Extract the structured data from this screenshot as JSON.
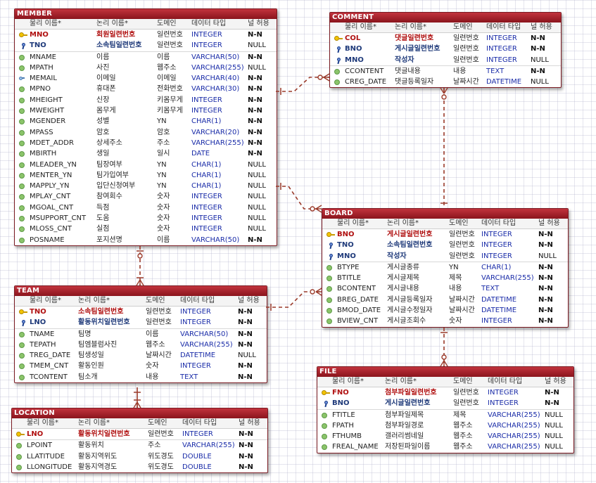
{
  "header": {
    "physical": "물리 이름*",
    "logical": "논리 이름*",
    "domain": "도메인",
    "datatype": "데이터 타입",
    "nullable": "널 허용"
  },
  "entities": {
    "member": {
      "title": "MEMBER",
      "rows": [
        {
          "icon": "key",
          "kind": "pk",
          "name": "MNO",
          "logical": "회원일련번호",
          "domain": "일련번호",
          "type": "INTEGER",
          "null": "N-N"
        },
        {
          "icon": "fk",
          "kind": "fk",
          "name": "TNO",
          "logical": "소속팀일련번호",
          "domain": "일련번호",
          "type": "INTEGER",
          "null": "NULL"
        },
        {
          "icon": "dot",
          "kind": "attr",
          "name": "MNAME",
          "logical": "이름",
          "domain": "이름",
          "type": "VARCHAR(50)",
          "null": "N-N"
        },
        {
          "icon": "dot",
          "kind": "attr",
          "name": "MPATH",
          "logical": "사진",
          "domain": "웹주소",
          "type": "VARCHAR(255)",
          "null": "NULL"
        },
        {
          "icon": "idx",
          "kind": "attr",
          "name": "MEMAIL",
          "logical": "이메일",
          "domain": "이메일",
          "type": "VARCHAR(40)",
          "null": "N-N"
        },
        {
          "icon": "dot",
          "kind": "attr",
          "name": "MPNO",
          "logical": "휴대폰",
          "domain": "전화번호",
          "type": "VARCHAR(30)",
          "null": "N-N"
        },
        {
          "icon": "dot",
          "kind": "attr",
          "name": "MHEIGHT",
          "logical": "신장",
          "domain": "키몸무게",
          "type": "INTEGER",
          "null": "N-N"
        },
        {
          "icon": "dot",
          "kind": "attr",
          "name": "MWEIGHT",
          "logical": "몸무게",
          "domain": "키몸무게",
          "type": "INTEGER",
          "null": "N-N"
        },
        {
          "icon": "dot",
          "kind": "attr",
          "name": "MGENDER",
          "logical": "성별",
          "domain": "YN",
          "type": "CHAR(1)",
          "null": "N-N"
        },
        {
          "icon": "dot",
          "kind": "attr",
          "name": "MPASS",
          "logical": "암호",
          "domain": "암호",
          "type": "VARCHAR(20)",
          "null": "N-N"
        },
        {
          "icon": "dot",
          "kind": "attr",
          "name": "MDET_ADDR",
          "logical": "상세주소",
          "domain": "주소",
          "type": "VARCHAR(255)",
          "null": "N-N"
        },
        {
          "icon": "dot",
          "kind": "attr",
          "name": "MBIRTH",
          "logical": "생일",
          "domain": "일시",
          "type": "DATE",
          "null": "N-N"
        },
        {
          "icon": "dot",
          "kind": "attr",
          "name": "MLEADER_YN",
          "logical": "팀장여부",
          "domain": "YN",
          "type": "CHAR(1)",
          "null": "NULL"
        },
        {
          "icon": "dot",
          "kind": "attr",
          "name": "MENTER_YN",
          "logical": "팀가입여부",
          "domain": "YN",
          "type": "CHAR(1)",
          "null": "NULL"
        },
        {
          "icon": "dot",
          "kind": "attr",
          "name": "MAPPLY_YN",
          "logical": "입단신청여부",
          "domain": "YN",
          "type": "CHAR(1)",
          "null": "NULL"
        },
        {
          "icon": "dot",
          "kind": "attr",
          "name": "MPLAY_CNT",
          "logical": "참여회수",
          "domain": "숫자",
          "type": "INTEGER",
          "null": "NULL"
        },
        {
          "icon": "dot",
          "kind": "attr",
          "name": "MGOAL_CNT",
          "logical": "득점",
          "domain": "숫자",
          "type": "INTEGER",
          "null": "NULL"
        },
        {
          "icon": "dot",
          "kind": "attr",
          "name": "MSUPPORT_CNT",
          "logical": "도움",
          "domain": "숫자",
          "type": "INTEGER",
          "null": "NULL"
        },
        {
          "icon": "dot",
          "kind": "attr",
          "name": "MLOSS_CNT",
          "logical": "실점",
          "domain": "숫자",
          "type": "INTEGER",
          "null": "NULL"
        },
        {
          "icon": "dot",
          "kind": "attr",
          "name": "POSNAME",
          "logical": "포지션명",
          "domain": "이름",
          "type": "VARCHAR(50)",
          "null": "N-N"
        }
      ]
    },
    "comment": {
      "title": "COMMENT",
      "rows": [
        {
          "icon": "key",
          "kind": "pk",
          "name": "COL",
          "logical": "댓글일련번호",
          "domain": "일련번호",
          "type": "INTEGER",
          "null": "N-N"
        },
        {
          "icon": "fk",
          "kind": "fk",
          "name": "BNO",
          "logical": "게시글일련번호",
          "domain": "일련번호",
          "type": "INTEGER",
          "null": "N-N"
        },
        {
          "icon": "fk",
          "kind": "fk",
          "name": "MNO",
          "logical": "작성자",
          "domain": "일련번호",
          "type": "INTEGER",
          "null": "NULL"
        },
        {
          "icon": "dot",
          "kind": "attr",
          "name": "CCONTENT",
          "logical": "댓글내용",
          "domain": "내용",
          "type": "TEXT",
          "null": "N-N"
        },
        {
          "icon": "dot",
          "kind": "attr",
          "name": "CREG_DATE",
          "logical": "댓글등록일자",
          "domain": "날짜시간",
          "type": "DATETIME",
          "null": "NULL"
        }
      ]
    },
    "board": {
      "title": "BOARD",
      "rows": [
        {
          "icon": "key",
          "kind": "pk",
          "name": "BNO",
          "logical": "게시글일련번호",
          "domain": "일련번호",
          "type": "INTEGER",
          "null": "N-N"
        },
        {
          "icon": "fk",
          "kind": "fk",
          "name": "TNO",
          "logical": "소속팀일련번호",
          "domain": "일련번호",
          "type": "INTEGER",
          "null": "N-N"
        },
        {
          "icon": "fk",
          "kind": "fk",
          "name": "MNO",
          "logical": "작성자",
          "domain": "일련번호",
          "type": "INTEGER",
          "null": "NULL"
        },
        {
          "icon": "dot",
          "kind": "attr",
          "name": "BTYPE",
          "logical": "게시글종류",
          "domain": "YN",
          "type": "CHAR(1)",
          "null": "N-N"
        },
        {
          "icon": "dot",
          "kind": "attr",
          "name": "BTITLE",
          "logical": "게시글제목",
          "domain": "제목",
          "type": "VARCHAR(255)",
          "null": "N-N"
        },
        {
          "icon": "dot",
          "kind": "attr",
          "name": "BCONTENT",
          "logical": "게시글내용",
          "domain": "내용",
          "type": "TEXT",
          "null": "N-N"
        },
        {
          "icon": "dot",
          "kind": "attr",
          "name": "BREG_DATE",
          "logical": "게시글등록일자",
          "domain": "날짜시간",
          "type": "DATETIME",
          "null": "N-N"
        },
        {
          "icon": "dot",
          "kind": "attr",
          "name": "BMOD_DATE",
          "logical": "게시글수정일자",
          "domain": "날짜시간",
          "type": "DATETIME",
          "null": "N-N"
        },
        {
          "icon": "dot",
          "kind": "attr",
          "name": "BVIEW_CNT",
          "logical": "게시글조회수",
          "domain": "숫자",
          "type": "INTEGER",
          "null": "N-N"
        }
      ]
    },
    "team": {
      "title": "TEAM",
      "rows": [
        {
          "icon": "key",
          "kind": "pk",
          "name": "TNO",
          "logical": "소속팀일련번호",
          "domain": "일련번호",
          "type": "INTEGER",
          "null": "N-N"
        },
        {
          "icon": "fk",
          "kind": "fk",
          "name": "LNO",
          "logical": "활동위치일련번호",
          "domain": "일련번호",
          "type": "INTEGER",
          "null": "N-N"
        },
        {
          "icon": "dot",
          "kind": "attr",
          "name": "TNAME",
          "logical": "팀명",
          "domain": "이름",
          "type": "VARCHAR(50)",
          "null": "N-N"
        },
        {
          "icon": "dot",
          "kind": "attr",
          "name": "TEPATH",
          "logical": "팀엠블럼사진",
          "domain": "웹주소",
          "type": "VARCHAR(255)",
          "null": "N-N"
        },
        {
          "icon": "dot",
          "kind": "attr",
          "name": "TREG_DATE",
          "logical": "팀생성일",
          "domain": "날짜시간",
          "type": "DATETIME",
          "null": "NULL"
        },
        {
          "icon": "dot",
          "kind": "attr",
          "name": "TMEM_CNT",
          "logical": "활동인원",
          "domain": "숫자",
          "type": "INTEGER",
          "null": "N-N"
        },
        {
          "icon": "dot",
          "kind": "attr",
          "name": "TCONTENT",
          "logical": "팀소개",
          "domain": "내용",
          "type": "TEXT",
          "null": "N-N"
        }
      ]
    },
    "location": {
      "title": "LOCATION",
      "rows": [
        {
          "icon": "key",
          "kind": "pk",
          "name": "LNO",
          "logical": "활동위치일련번호",
          "domain": "일련번호",
          "type": "INTEGER",
          "null": "N-N"
        },
        {
          "icon": "dot",
          "kind": "attr",
          "name": "LPOINT",
          "logical": "활동위치",
          "domain": "주소",
          "type": "VARCHAR(255)",
          "null": "N-N"
        },
        {
          "icon": "dot",
          "kind": "attr",
          "name": "LLATITUDE",
          "logical": "활동지역위도",
          "domain": "위도경도",
          "type": "DOUBLE",
          "null": "N-N"
        },
        {
          "icon": "dot",
          "kind": "attr",
          "name": "LLONGITUDE",
          "logical": "활동지역경도",
          "domain": "위도경도",
          "type": "DOUBLE",
          "null": "N-N"
        }
      ]
    },
    "file": {
      "title": "FILE",
      "rows": [
        {
          "icon": "key",
          "kind": "pk",
          "name": "FNO",
          "logical": "첨부파일일련번호",
          "domain": "일련번호",
          "type": "INTEGER",
          "null": "N-N"
        },
        {
          "icon": "fk",
          "kind": "fk",
          "name": "BNO",
          "logical": "게시글일련번호",
          "domain": "일련번호",
          "type": "INTEGER",
          "null": "N-N"
        },
        {
          "icon": "dot",
          "kind": "attr",
          "name": "FTITLE",
          "logical": "첨부파일제목",
          "domain": "제목",
          "type": "VARCHAR(255)",
          "null": "NULL"
        },
        {
          "icon": "dot",
          "kind": "attr",
          "name": "FPATH",
          "logical": "첨부파일경로",
          "domain": "웹주소",
          "type": "VARCHAR(255)",
          "null": "NULL"
        },
        {
          "icon": "dot",
          "kind": "attr",
          "name": "FTHUMB",
          "logical": "갤러리썸네일",
          "domain": "웹주소",
          "type": "VARCHAR(255)",
          "null": "NULL"
        },
        {
          "icon": "dot",
          "kind": "attr",
          "name": "FREAL_NAME",
          "logical": "저장된파일이름",
          "domain": "웹주소",
          "type": "VARCHAR(255)",
          "null": "NULL"
        }
      ]
    }
  },
  "relationships": [
    {
      "from": "member",
      "to": "comment",
      "from_card": "one",
      "to_card": "zero-many"
    },
    {
      "from": "member",
      "to": "board",
      "from_card": "one",
      "to_card": "zero-many"
    },
    {
      "from": "comment",
      "to": "board",
      "from_card": "zero-many",
      "to_card": "one"
    },
    {
      "from": "team",
      "to": "member",
      "from_card": "zero-one",
      "to_card": "many"
    },
    {
      "from": "team",
      "to": "board",
      "from_card": "one",
      "to_card": "zero-many"
    },
    {
      "from": "location",
      "to": "team",
      "from_card": "one",
      "to_card": "many"
    },
    {
      "from": "board",
      "to": "file",
      "from_card": "one",
      "to_card": "zero-many"
    }
  ],
  "colors": {
    "title_bar": "#9e1c25",
    "pk_text": "#b01010",
    "fk_text": "#1f3a7a",
    "type_text": "#1a2ca8",
    "relationship_line": "#9a3a2a"
  }
}
